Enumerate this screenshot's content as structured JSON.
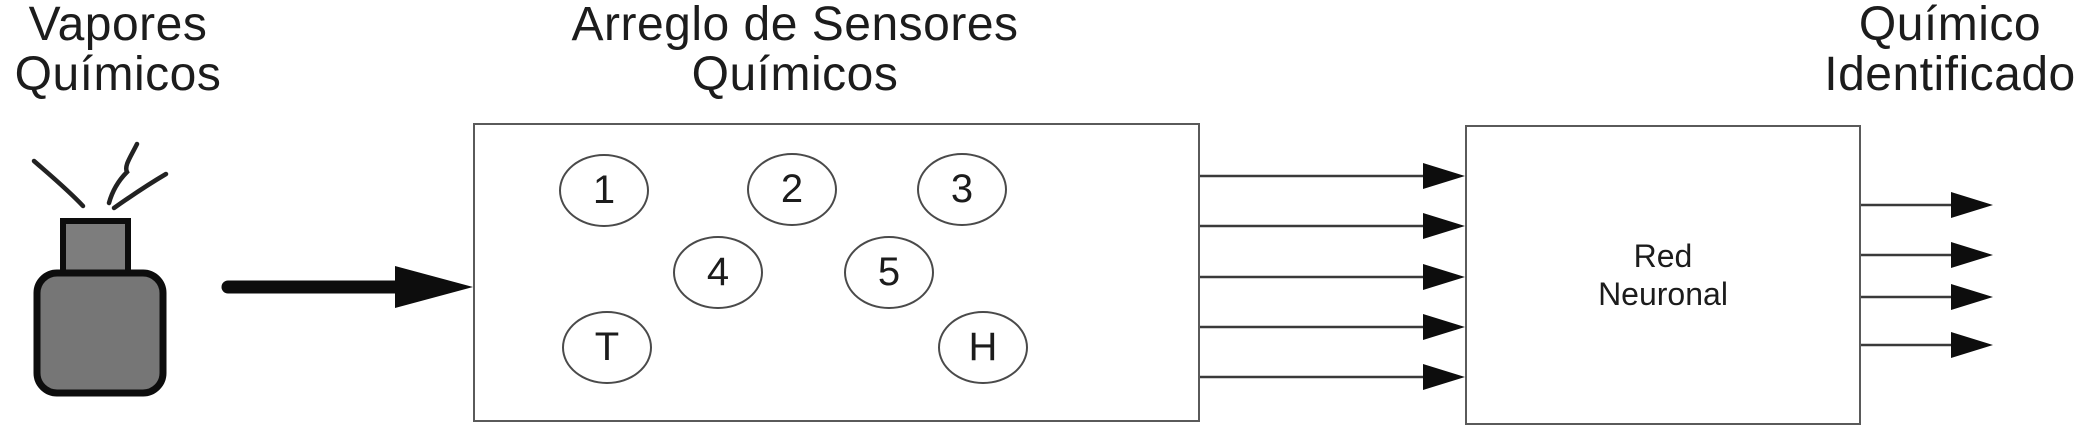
{
  "diagram": {
    "input_label": {
      "line1": "Vapores",
      "line2": "Químicos"
    },
    "sensor_array": {
      "title_line1": "Arreglo de Sensores",
      "title_line2": "Químicos",
      "sensors": [
        {
          "label": "1"
        },
        {
          "label": "2"
        },
        {
          "label": "3"
        },
        {
          "label": "4"
        },
        {
          "label": "5"
        },
        {
          "label": "T"
        },
        {
          "label": "H"
        }
      ]
    },
    "neural_network": {
      "label_line1": "Red",
      "label_line2": "Neuronal"
    },
    "output_label": {
      "line1": "Químico",
      "line2": "Identificado"
    },
    "input_signal_count": 5,
    "output_signal_count": 4,
    "colors": {
      "bottle_fill": "#767676",
      "bottle_outline": "#0d0d0d",
      "box_border": "#5a5a5a",
      "signal_line": "#3a3a3a",
      "arrowhead": "#0d0d0d",
      "text": "#1c1c1c"
    }
  }
}
